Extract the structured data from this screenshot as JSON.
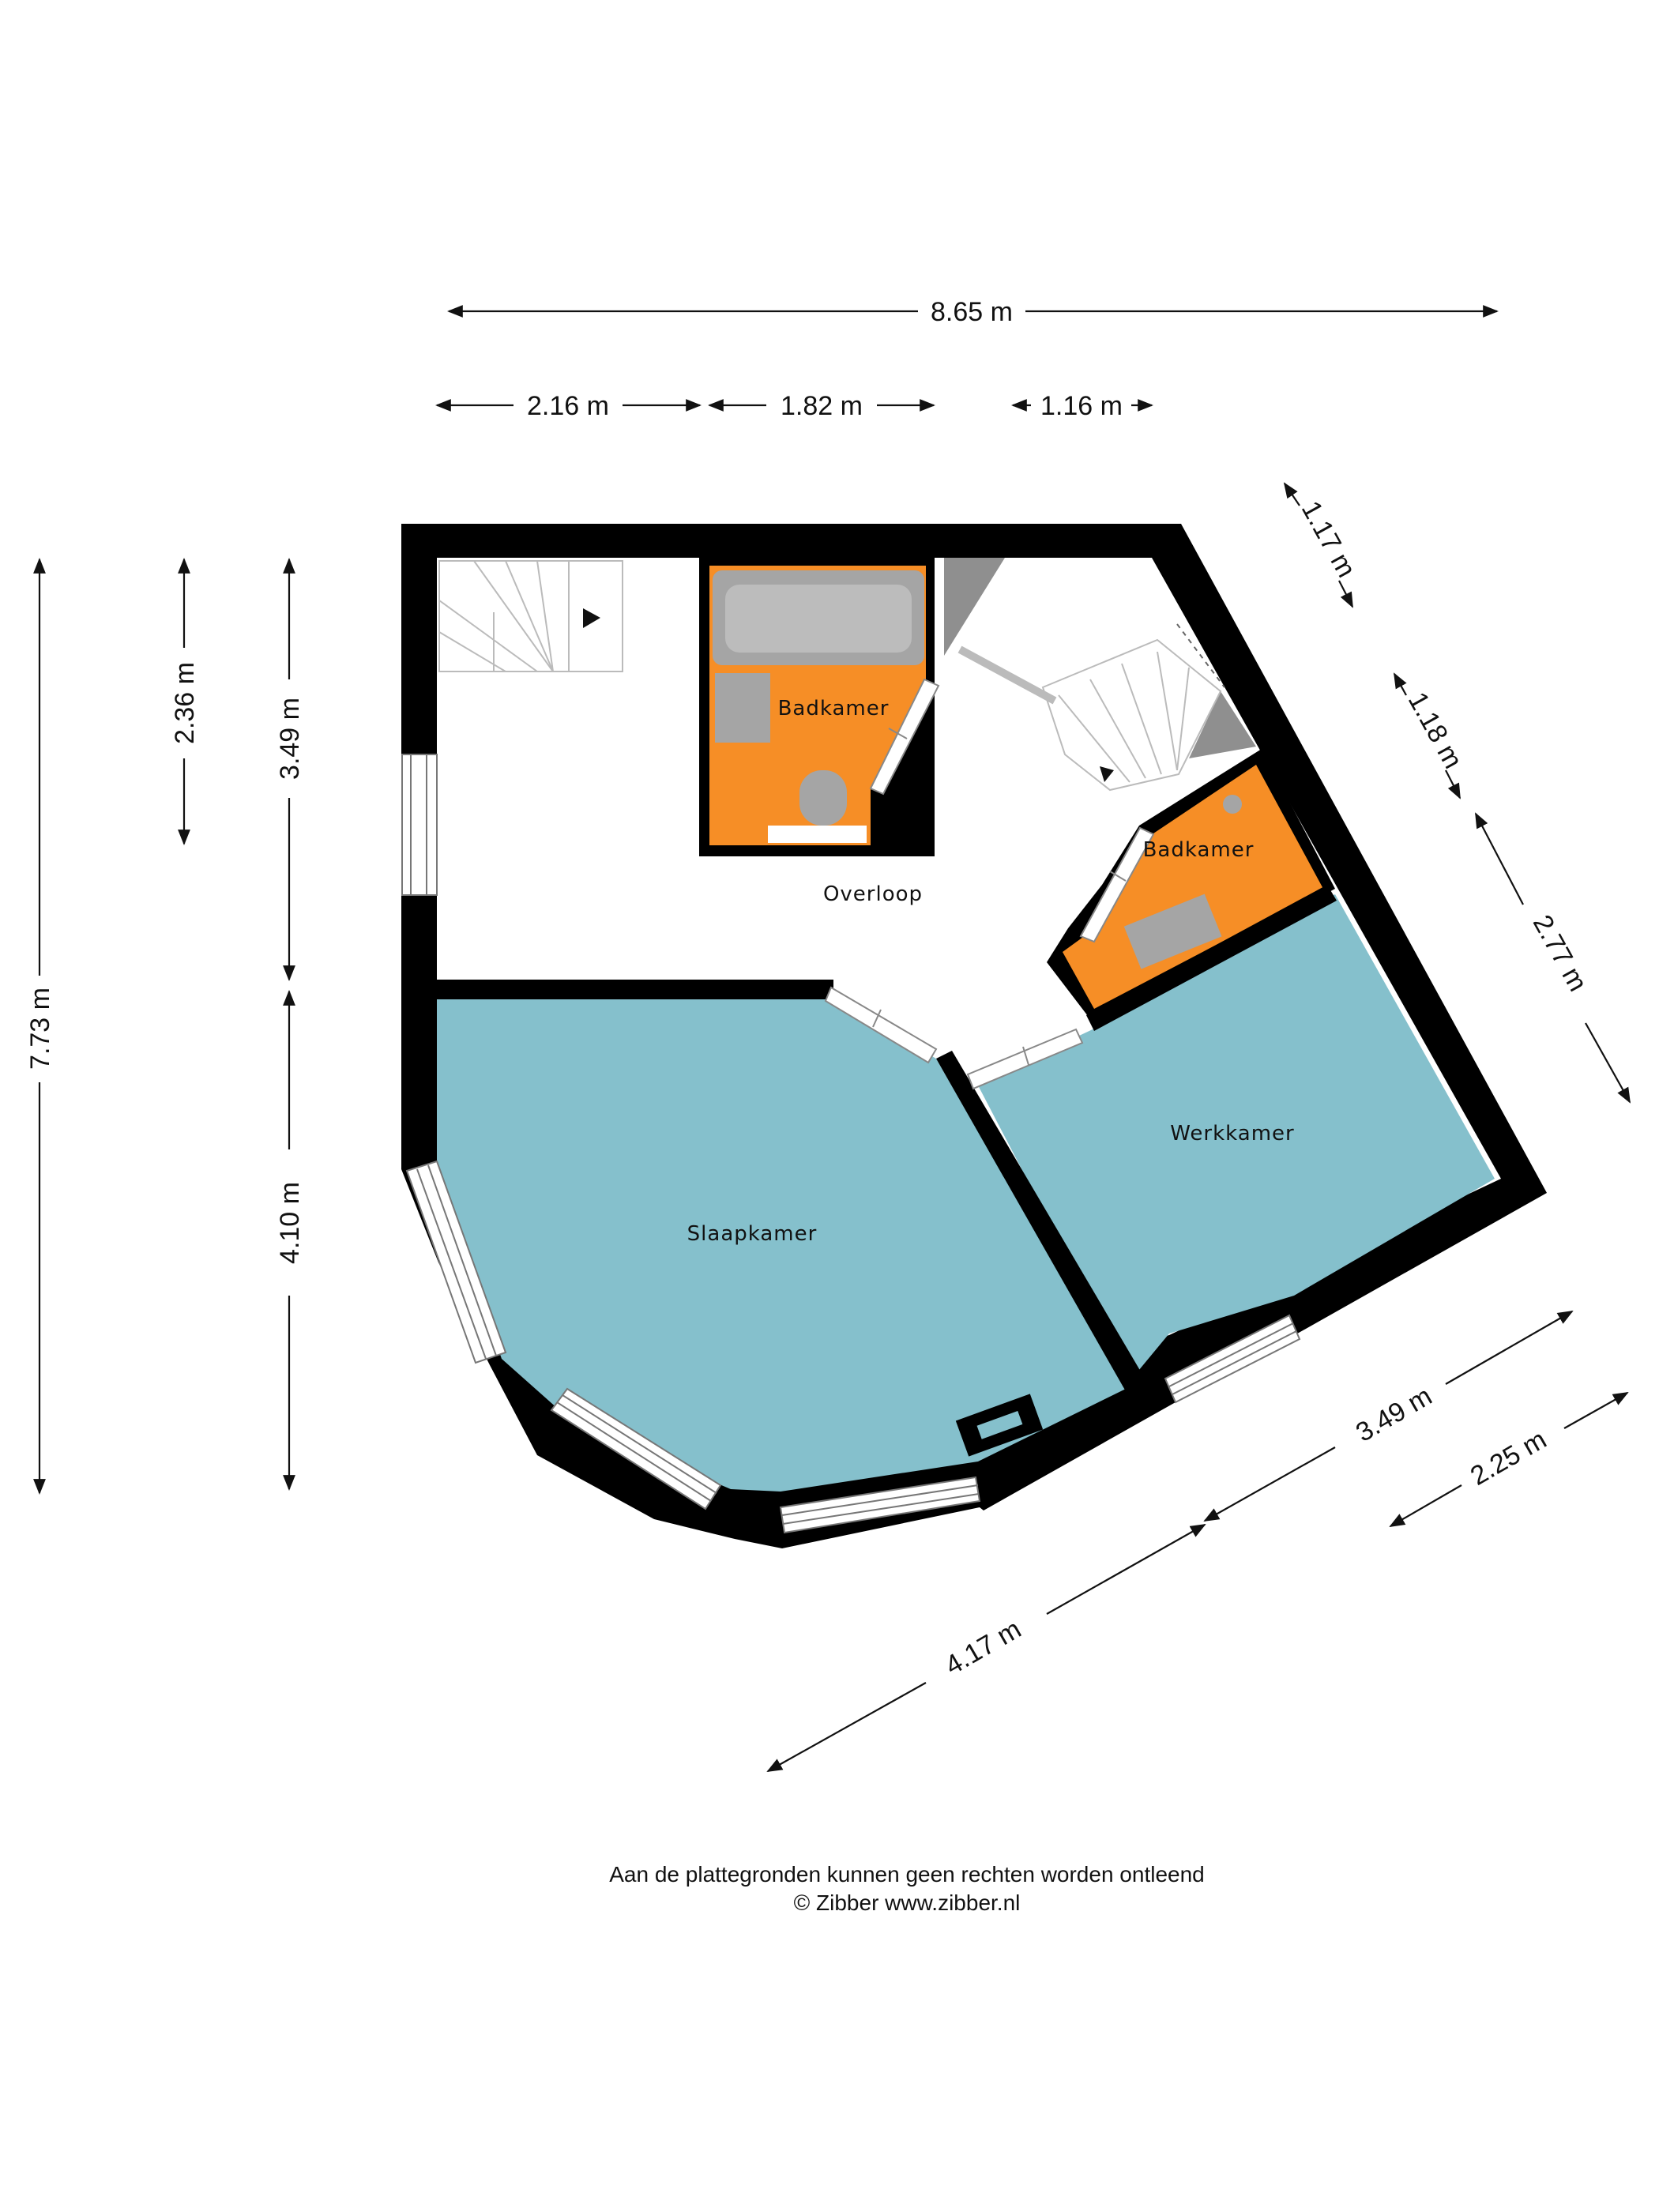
{
  "rooms": {
    "overloop": "Overloop",
    "badkamer_1": "Badkamer",
    "badkamer_2": "Badkamer",
    "slaapkamer": "Slaapkamer",
    "werkkamer": "Werkkamer"
  },
  "dimensions": {
    "top_total": "8.65 m",
    "top_a": "2.16 m",
    "top_b": "1.82 m",
    "top_c": "1.16 m",
    "left_total": "7.73 m",
    "left_upper": "2.36 m",
    "left_mid": "3.49 m",
    "left_lower": "4.10 m",
    "right_a": "1.17 m",
    "right_b": "1.18 m",
    "right_c": "2.77 m",
    "bottom_a": "3.49 m",
    "bottom_b": "2.25 m",
    "bottom_c": "4.17 m"
  },
  "footer": {
    "disclaimer": "Aan de plattegronden kunnen geen rechten worden ontleend",
    "copyright": "© Zibber www.zibber.nl"
  },
  "colors": {
    "wall": "#000000",
    "bedroom_fill": "#85c0cc",
    "bathroom_fill": "#f68e26",
    "fixture": "#a5a5a5",
    "background": "#ffffff"
  }
}
